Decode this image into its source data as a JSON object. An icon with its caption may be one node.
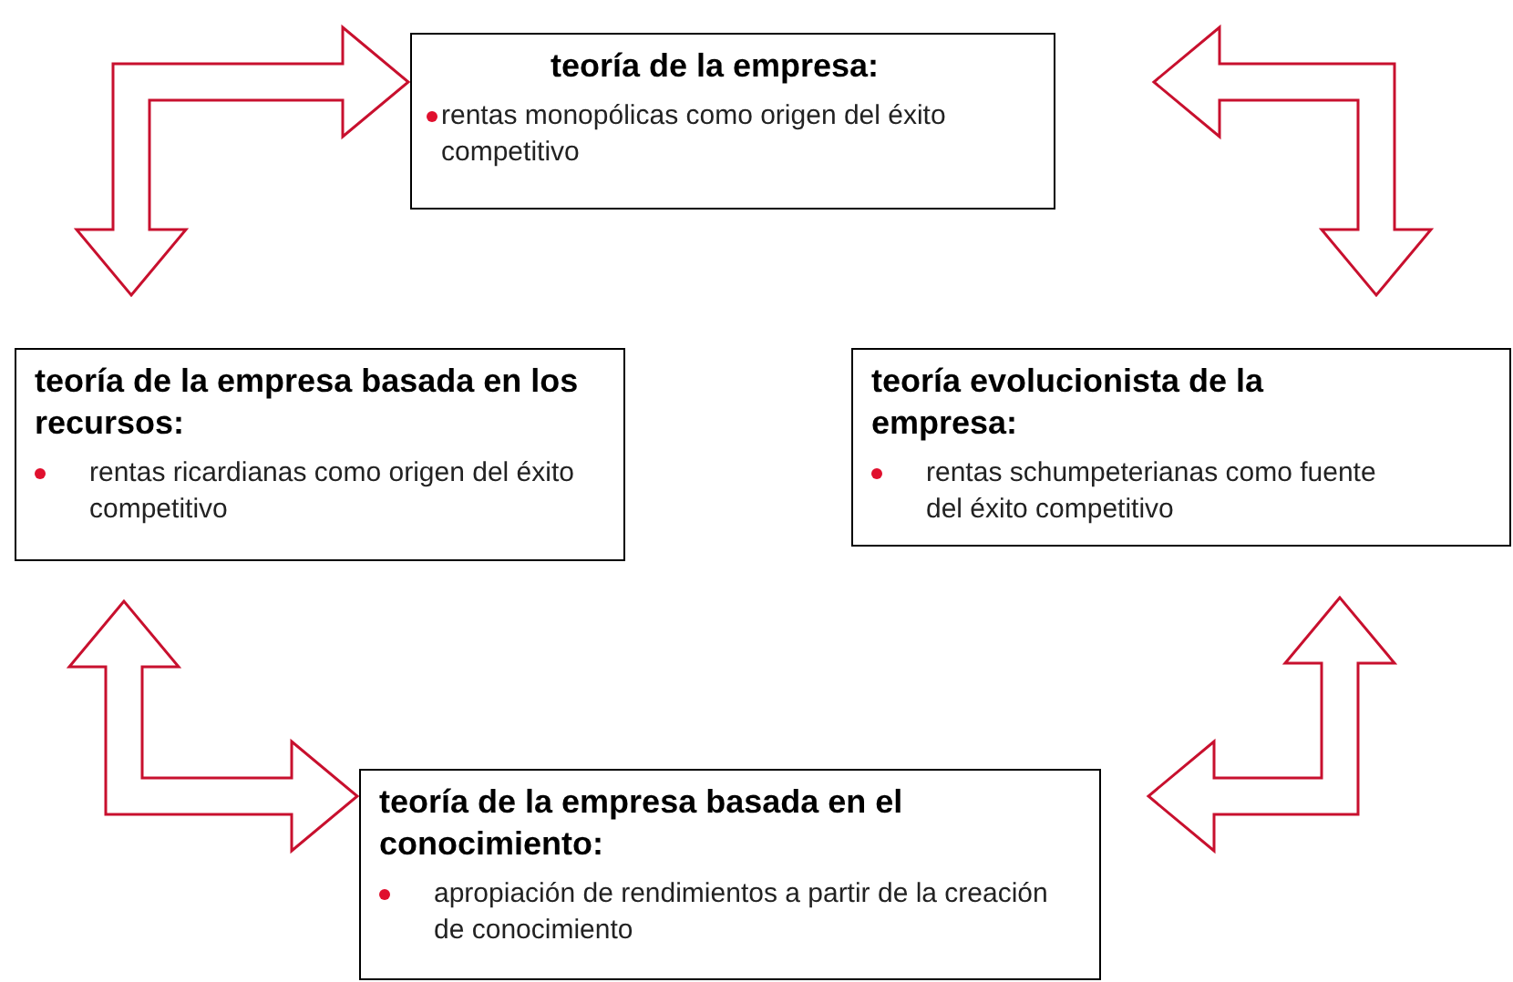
{
  "diagram": {
    "nodes": [
      {
        "text": [
          "teoría de la empresa:",
          "rentas monopólicas como origen del éxito competitivo"
        ]
      },
      {
        "text": [
          "teoría de la empresa basada en los recursos:",
          "rentas ricardianas como origen del éxito competitivo"
        ]
      },
      {
        "text": [
          "teoría evolucionista de la empresa:",
          "rentas schumpeterianas como fuente del éxito competitivo"
        ]
      },
      {
        "text": [
          "teoría de la empresa basada en el conocimiento:",
          "apropiación de rendimientos a partir de la creación de conocimiento"
        ]
      }
    ],
    "edges": [
      {
        "from": 1,
        "to": 0,
        "arrow": "both"
      },
      {
        "from": 0,
        "to": 2,
        "arrow": "both"
      },
      {
        "from": 1,
        "to": 3,
        "arrow": "both"
      },
      {
        "from": 2,
        "to": 3,
        "arrow": "both"
      }
    ]
  }
}
